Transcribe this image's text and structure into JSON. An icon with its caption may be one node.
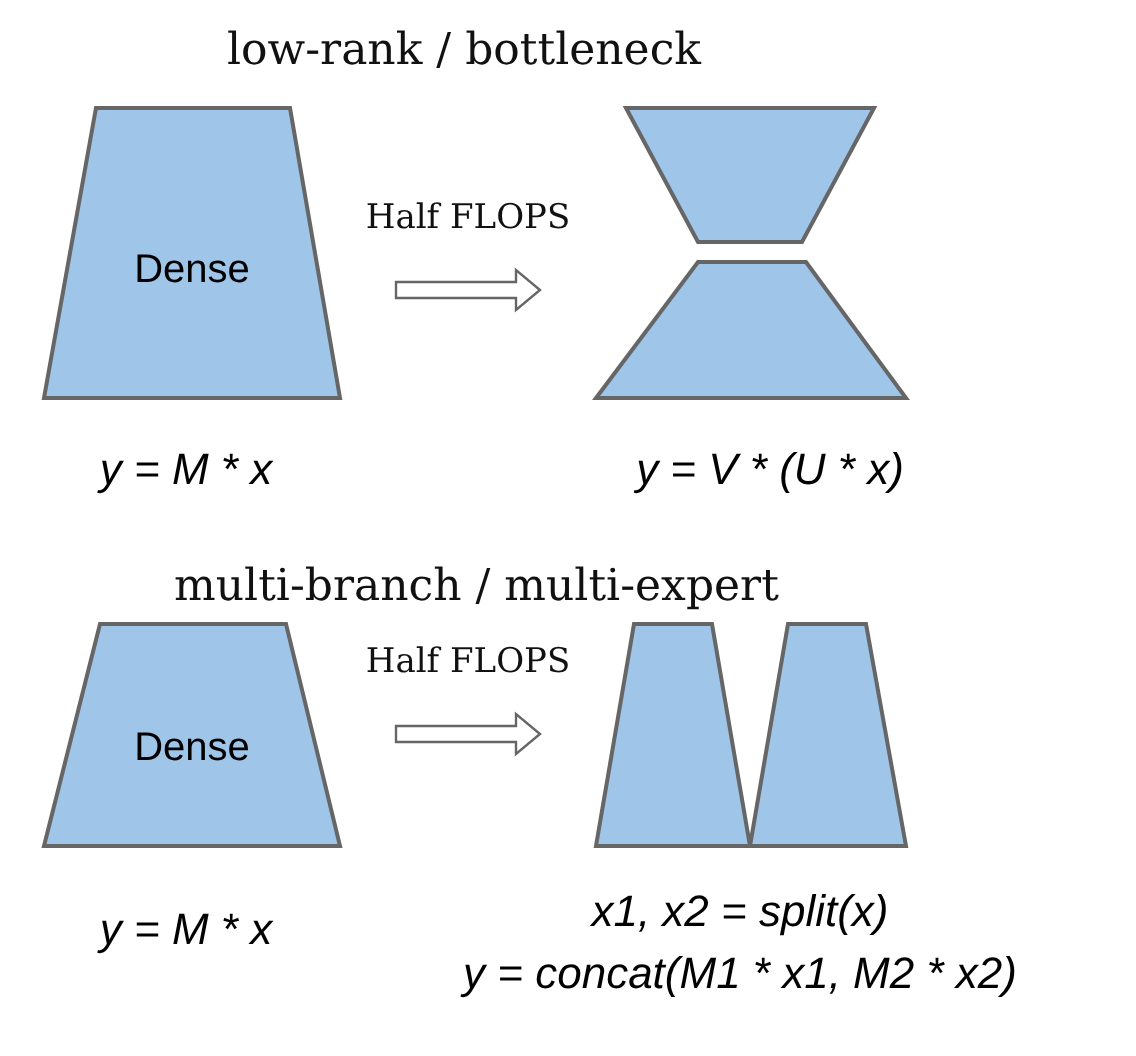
{
  "diagram": {
    "nodes": [
      {
        "text": [
          "Dense"
        ],
        "beside": [
          "y = M * x"
        ]
      },
      {
        "text": [],
        "shape": "trapezoid"
      },
      {
        "text": [],
        "shape": "trapezoid"
      },
      {
        "text": [
          "Dense"
        ],
        "beside": [
          "y = M * x"
        ]
      },
      {
        "text": [],
        "shape": "trapezoid"
      },
      {
        "text": [],
        "shape": "trapezoid"
      }
    ],
    "edges": [
      {
        "from": 0,
        "to": 2,
        "arrow": "to",
        "label": "Half FLOPS"
      },
      {
        "from": 3,
        "to": 4,
        "arrow": "to",
        "label": "Half FLOPS"
      }
    ],
    "labels": [
      "low-rank / bottleneck",
      "y = V * (U * x)",
      "multi-branch / multi-expert",
      "x1, x2 = split(x)",
      "y = concat(M1 * x1, M2 * x2)"
    ]
  }
}
